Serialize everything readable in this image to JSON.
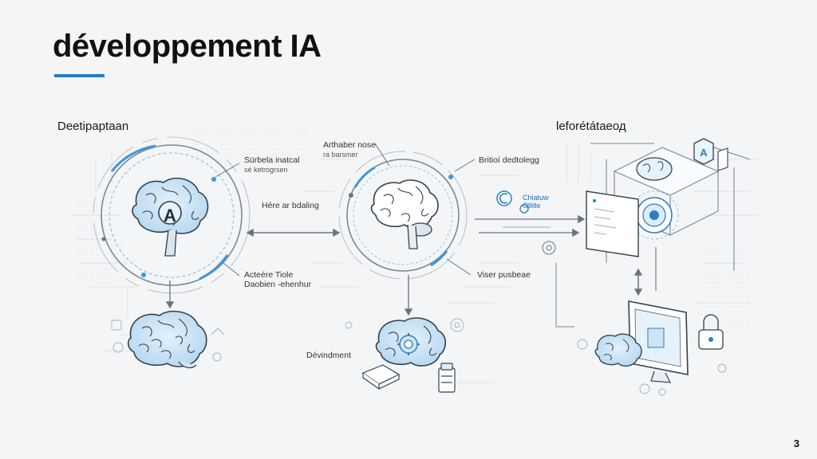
{
  "slide": {
    "title": "développement IA",
    "page_number": "3",
    "accent_color": "#1a7fd1"
  },
  "sections": {
    "left_heading": "Deetipaptaan",
    "right_heading": "leforétátaeод"
  },
  "labels": {
    "left_top": [
      "Sürbela inatcal",
      "sé ketrogrsen"
    ],
    "left_bottom": [
      "Acteére Tiole",
      "Daobien -ehenhur"
    ],
    "center_arrow": "Hére ar bdaling",
    "center_top": [
      "Arthaber nose",
      "ra barsmer"
    ],
    "center_right_top": [
      "Britioí dedtolegg"
    ],
    "center_bottom_right": [
      "Viser pusbeae"
    ],
    "center_bottom": [
      "Dévindment"
    ],
    "right_badge": [
      "Chiatuw",
      "Ollitle"
    ],
    "center_brain_letter": "A"
  },
  "icons": [
    "brain-icon",
    "monitor-icon",
    "server-icon",
    "gear-icon",
    "lock-icon",
    "circuit-icon"
  ]
}
